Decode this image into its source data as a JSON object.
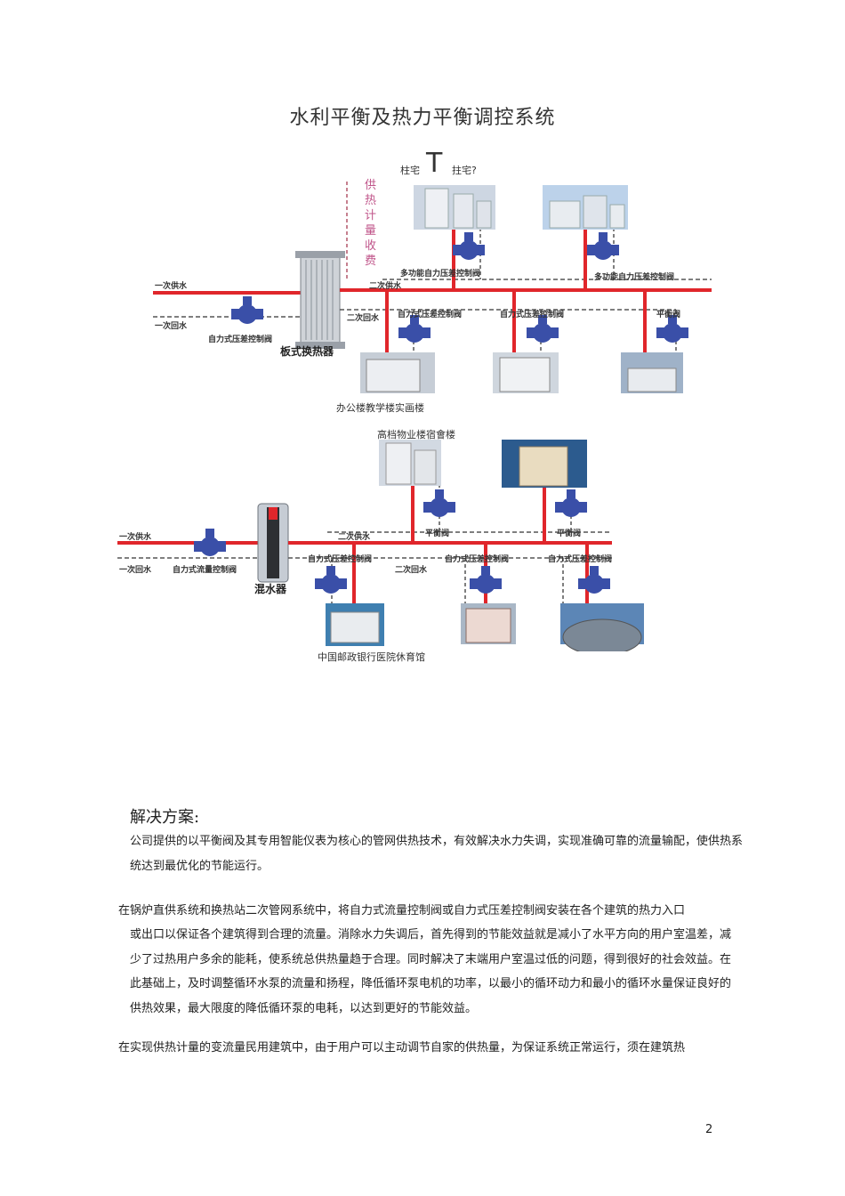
{
  "title": "水利平衡及热力平衡调控系统",
  "diagram1": {
    "top_caption_left": "柱宅",
    "top_caption_mid": "T",
    "top_caption_right": "拄宅?",
    "vertical_label": [
      "供",
      "热",
      "计",
      "量",
      "收",
      "费"
    ],
    "primary_supply": "一次供水",
    "primary_return": "一次回水",
    "secondary_supply": "二次供水",
    "secondary_return": "二次回水",
    "exchanger": "板式换热器",
    "valve_primary": "自力式压差控制阀",
    "valve_multi_1": "多功能自力压差控制阀",
    "valve_multi_2": "多功能自力压差控制阀",
    "valve_diff_1": "自力式压差控制阀",
    "valve_diff_2": "自力式压差控制阀",
    "valve_balance": "平衡阀",
    "bottom_caption": "办公楼教学楼实画楼"
  },
  "diagram2": {
    "top_caption": "高档物业楼宿會楼",
    "primary_supply": "一次供水",
    "primary_return": "一次回水",
    "secondary_supply": "二次供水",
    "secondary_return": "二次回水",
    "mixer": "混水器",
    "valve_flow": "自力式流量控制阀",
    "valve_balance_1": "平衡阀",
    "valve_balance_2": "平衡阀",
    "valve_diff_1": "自力式压差控制阀",
    "valve_diff_2": "自力式压差控制阀",
    "valve_diff_3": "自力式压差控制阀",
    "bottom_caption": "中国邮政银行医院休育馆"
  },
  "solution": {
    "heading": "解决方案:",
    "para1": "公司提供的以平衡阀及其专用智能仪表为核心的管网供热技术，有效解决水力失调，实现准确可靠的流量输配，使供热系统达到最优化的节能运行。",
    "para2_line1": "在锅炉直供系统和换热站二次管网系统中，将自力式流量控制阀或自力式压差控制阀安装在各个建筑的热力入口",
    "para2_rest": "或出口以保证各个建筑得到合理的流量。消除水力失调后，首先得到的节能效益就是减小了水平方向的用户室温差，减少了过热用户多余的能耗，使系统总供热量趋于合理。同时解决了末端用户室温过低的问题，得到很好的社会效益。在此基础上，及时调整循环水泵的流量和扬程，降低循环泵电机的功率，以最小的循环动力和最小的循环水量保证良好的供热效果，最大限度的降低循环泵的电耗，以达到更好的节能效益。",
    "para3": "在实现供热计量的变流量民用建筑中，由于用户可以主动调节自家的供热量，为保证系统正常运行，须在建筑热"
  },
  "page_number": "2",
  "colors": {
    "pipe": "#e0262b",
    "valve": "#3a4fa8",
    "dash": "#555555"
  }
}
